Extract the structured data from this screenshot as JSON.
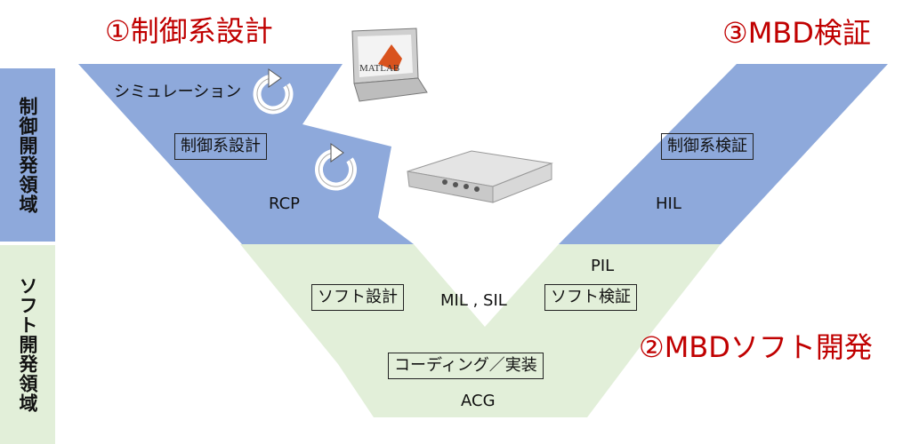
{
  "titles": {
    "control_design": "①制御系設計",
    "mbd_verification": "③MBD検証",
    "mbd_software": "②MBDソフト開発"
  },
  "bands": {
    "control": "制御開発領域",
    "software": "ソフト開発領域"
  },
  "boxes": {
    "control_design": "制御系設計",
    "control_verify": "制御系検証",
    "soft_design": "ソフト設計",
    "soft_verify": "ソフト検証",
    "coding": "コーディング／実装"
  },
  "labels": {
    "simulation": "シミュレーション",
    "rcp": "RCP",
    "hil": "HIL",
    "pil": "PIL",
    "mil_sil": "MIL , SIL",
    "acg": "ACG"
  },
  "images": {
    "laptop_logo": "MATLAB"
  },
  "colors": {
    "control_fill": "#8ea9db",
    "software_fill": "#e2efd9",
    "title_red": "#c00000"
  }
}
